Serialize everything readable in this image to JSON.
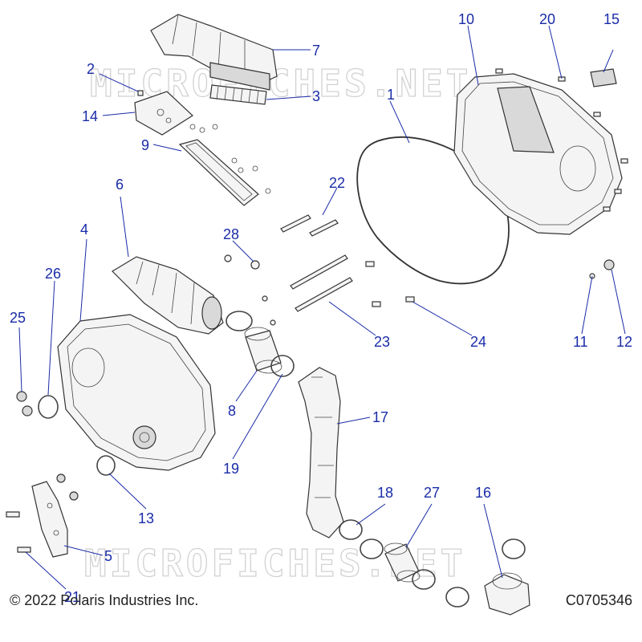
{
  "watermark": "MICROFICHES.NET",
  "copyright": "© 2022 Polaris Industries Inc.",
  "drawing_number": "C0705346",
  "colors": {
    "callout": "#1a2ca8",
    "line": "#333333",
    "watermark": "#d2d2d2"
  },
  "callouts": {
    "c1": "1",
    "c2": "2",
    "c3": "3",
    "c4": "4",
    "c5": "5",
    "c6": "6",
    "c7": "7",
    "c8": "8",
    "c9": "9",
    "c10": "10",
    "c11": "11",
    "c12": "12",
    "c13": "13",
    "c14": "14",
    "c15": "15",
    "c16": "16",
    "c17": "17",
    "c18": "18",
    "c19": "19",
    "c20": "20",
    "c21": "21",
    "c22": "22",
    "c23": "23",
    "c24": "24",
    "c25": "25",
    "c26": "26",
    "c27": "27",
    "c28": "28"
  }
}
